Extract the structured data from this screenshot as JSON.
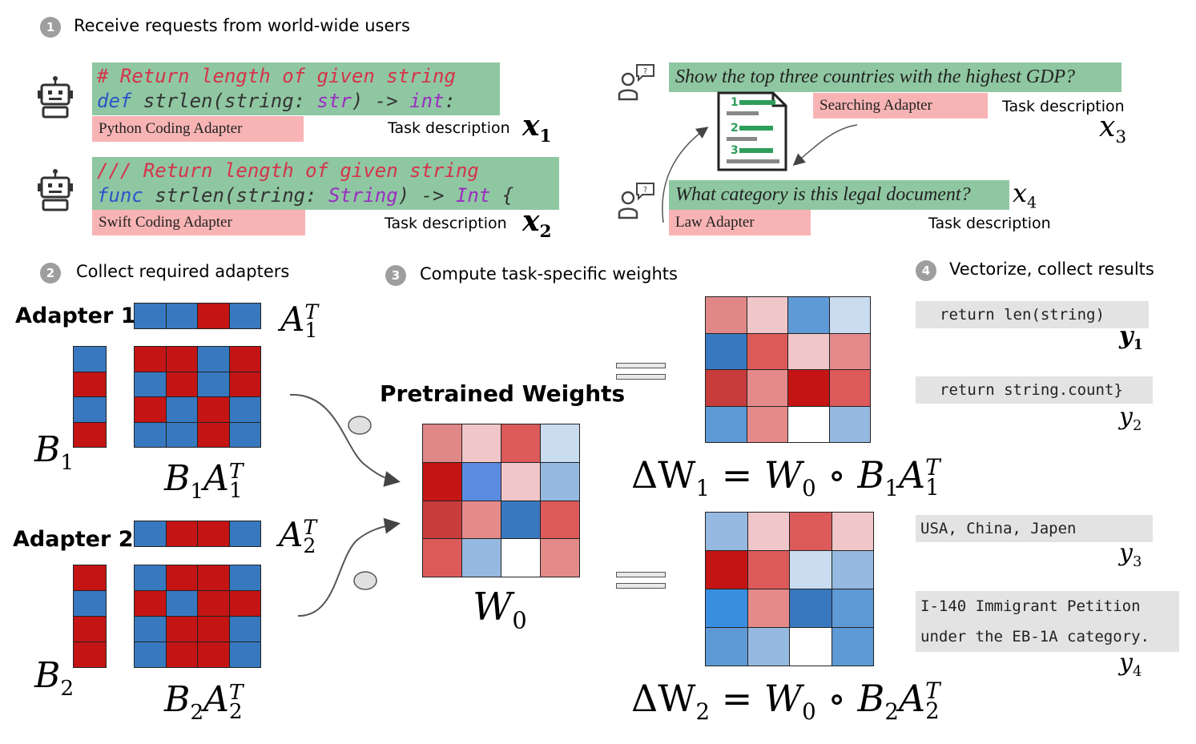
{
  "steps": [
    {
      "num": "1",
      "title": "Receive requests from world-wide users"
    },
    {
      "num": "2",
      "title": "Collect required adapters"
    },
    {
      "num": "3",
      "title": "Compute task-specific weights"
    },
    {
      "num": "4",
      "title": "Vectorize, collect results"
    }
  ],
  "requests": {
    "python": {
      "line1": "# Return length of given string",
      "line2_kw": "def",
      "line2_a": " strlen(string: ",
      "line2_type": "str",
      "line2_b": ") -> ",
      "line2_ret": "int",
      "line2_c": ":",
      "adapter": "Python Coding Adapter",
      "task": "Task description",
      "var": "x",
      "sub": "1"
    },
    "swift": {
      "line1": "/// Return length of given string",
      "line2_kw": "func",
      "line2_a": " strlen(string: ",
      "line2_type": "String",
      "line2_b": ") -> ",
      "line2_ret": "Int",
      "line2_c": " {",
      "adapter": "Swift Coding Adapter",
      "task": "Task description",
      "var": "x",
      "sub": "2"
    },
    "search": {
      "query": "Show the top three countries with the highest GDP?",
      "adapter": "Searching Adapter",
      "task": "Task description",
      "var": "x",
      "sub": "3"
    },
    "law": {
      "query": "What category is this legal document?",
      "adapter": "Law Adapter",
      "task": "Task description",
      "var": "x",
      "sub": "4"
    },
    "doc_numbers": [
      "1",
      "2",
      "3"
    ]
  },
  "adapters": {
    "a1_label": "Adapter 1",
    "a2_label": "Adapter 2",
    "A1": {
      "base": "A",
      "sub": "1",
      "sup": "T"
    },
    "A2": {
      "base": "A",
      "sub": "2",
      "sup": "T"
    },
    "B1": {
      "base": "B",
      "sub": "1"
    },
    "B2": {
      "base": "B",
      "sub": "2"
    },
    "BA1": {
      "b": "B",
      "bsub": "1",
      "a": "A",
      "asub": "1",
      "sup": "T"
    },
    "BA2": {
      "b": "B",
      "bsub": "2",
      "a": "A",
      "asub": "2",
      "sup": "T"
    },
    "A1_row": [
      "blue",
      "blue",
      "red",
      "blue"
    ],
    "B1_col": [
      "blue",
      "red",
      "blue",
      "red"
    ],
    "BA1_grid": [
      [
        "red",
        "red",
        "blue",
        "red"
      ],
      [
        "blue",
        "red",
        "blue",
        "red"
      ],
      [
        "red",
        "blue",
        "red",
        "blue"
      ],
      [
        "blue",
        "blue",
        "red",
        "blue"
      ]
    ],
    "A2_row": [
      "blue",
      "red",
      "red",
      "blue"
    ],
    "B2_col": [
      "red",
      "blue",
      "red",
      "red"
    ],
    "BA2_grid": [
      [
        "blue",
        "red",
        "red",
        "blue"
      ],
      [
        "red",
        "blue",
        "red",
        "red"
      ],
      [
        "blue",
        "red",
        "red",
        "blue"
      ],
      [
        "blue",
        "red",
        "red",
        "blue"
      ]
    ]
  },
  "weights": {
    "pretrained_label": "Pretrained Weights",
    "W0": {
      "base": "W",
      "sub": "0"
    },
    "W0_grid": [
      [
        "#e08888",
        "#f1c6c9",
        "#dc5a5a",
        "#c9dcf0"
      ],
      [
        "#c41414",
        "#5b8be0",
        "#f1c6c9",
        "#95b9e0"
      ],
      [
        "#c83c3c",
        "#e48a8a",
        "#3878bf",
        "#dc5a5a"
      ],
      [
        "#dc5a5a",
        "#95b9e0",
        "#ffffff",
        "#e48a8a"
      ]
    ],
    "dW1_grid": [
      [
        "#e08888",
        "#f1c6c9",
        "#5e9ad6",
        "#c9dcf0"
      ],
      [
        "#3878bf",
        "#dc5a5a",
        "#f1c6c9",
        "#e48a8a"
      ],
      [
        "#c83c3c",
        "#e48a8a",
        "#c41414",
        "#dc5a5a"
      ],
      [
        "#5e9ad6",
        "#e48a8a",
        "#ffffff",
        "#95b9e0"
      ]
    ],
    "dW2_grid": [
      [
        "#95b9e0",
        "#f1c6c9",
        "#dc5a5a",
        "#f1c6c9"
      ],
      [
        "#c41414",
        "#dc5a5a",
        "#c9dcf0",
        "#95b9e0"
      ],
      [
        "#3a8ee0",
        "#e48a8a",
        "#3878bf",
        "#5e9ad6"
      ],
      [
        "#5e9ad6",
        "#95b9e0",
        "#ffffff",
        "#5e9ad6"
      ]
    ],
    "eq1": {
      "delta": "ΔW",
      "dsub": "1",
      "eq": "=",
      "w": "W",
      "wsub": "0",
      "op": "∘",
      "b": "B",
      "bsub": "1",
      "a": "A",
      "asub": "1",
      "sup": "T"
    },
    "eq2": {
      "delta": "ΔW",
      "dsub": "2",
      "eq": "=",
      "w": "W",
      "wsub": "0",
      "op": "∘",
      "b": "B",
      "bsub": "2",
      "a": "A",
      "asub": "2",
      "sup": "T"
    }
  },
  "results": {
    "y1": {
      "text": "return len(string)",
      "var": "y",
      "sub": "1"
    },
    "y2": {
      "text": "return string.count}",
      "var": "y",
      "sub": "2"
    },
    "y3": {
      "text": "USA, China, Japen",
      "var": "y",
      "sub": "3"
    },
    "y4": {
      "line1": "I-140 Immigrant Petition",
      "line2": "under the EB-1A category.",
      "var": "y",
      "sub": "4"
    }
  },
  "colors": {
    "red": "#c41414",
    "blue": "#3878bf",
    "code_bg": "#8fc7a2",
    "adapter_bg": "#f8b4b4",
    "result_bg": "#e3e3e3"
  },
  "icons": [
    "robot-icon",
    "user-question-icon",
    "document-icon"
  ]
}
